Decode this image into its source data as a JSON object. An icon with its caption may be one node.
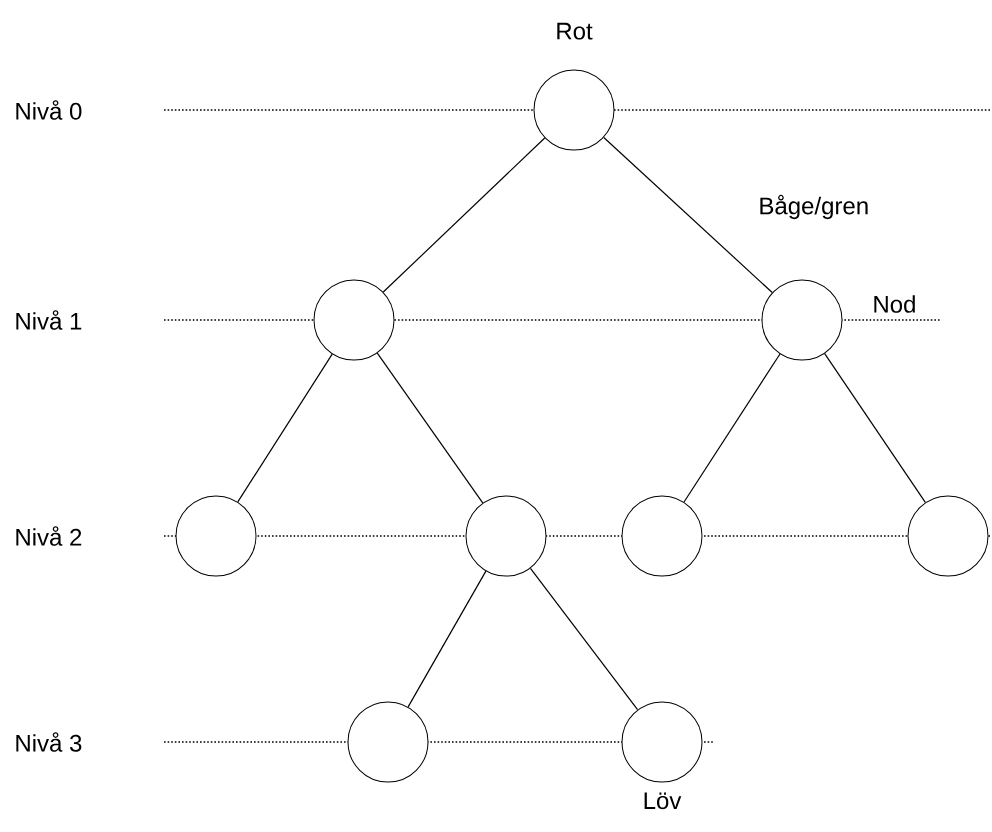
{
  "diagram": {
    "nodes": [
      {
        "text": [],
        "shape": "circle",
        "beside": [
          "Rot"
        ]
      },
      {
        "text": [],
        "shape": "circle"
      },
      {
        "text": [],
        "shape": "circle",
        "beside": [
          "Nod"
        ]
      },
      {
        "text": [],
        "shape": "circle"
      },
      {
        "text": [],
        "shape": "circle"
      },
      {
        "text": [],
        "shape": "circle"
      },
      {
        "text": [],
        "shape": "circle"
      },
      {
        "text": [],
        "shape": "circle"
      },
      {
        "text": [],
        "shape": "circle",
        "beside": [
          "Löv"
        ]
      }
    ],
    "edges": [
      {
        "from": 0,
        "to": 1,
        "arrow": "none"
      },
      {
        "from": 0,
        "to": 2,
        "arrow": "none",
        "label": "Båge/gren"
      },
      {
        "from": 1,
        "to": 3,
        "arrow": "none"
      },
      {
        "from": 1,
        "to": 4,
        "arrow": "none"
      },
      {
        "from": 2,
        "to": 5,
        "arrow": "none"
      },
      {
        "from": 2,
        "to": 6,
        "arrow": "none"
      },
      {
        "from": 4,
        "to": 7,
        "arrow": "none"
      },
      {
        "from": 4,
        "to": 8,
        "arrow": "none"
      }
    ],
    "labels": [
      "Nivå 0",
      "Nivå 1",
      "Nivå 2",
      "Nivå 3"
    ]
  }
}
